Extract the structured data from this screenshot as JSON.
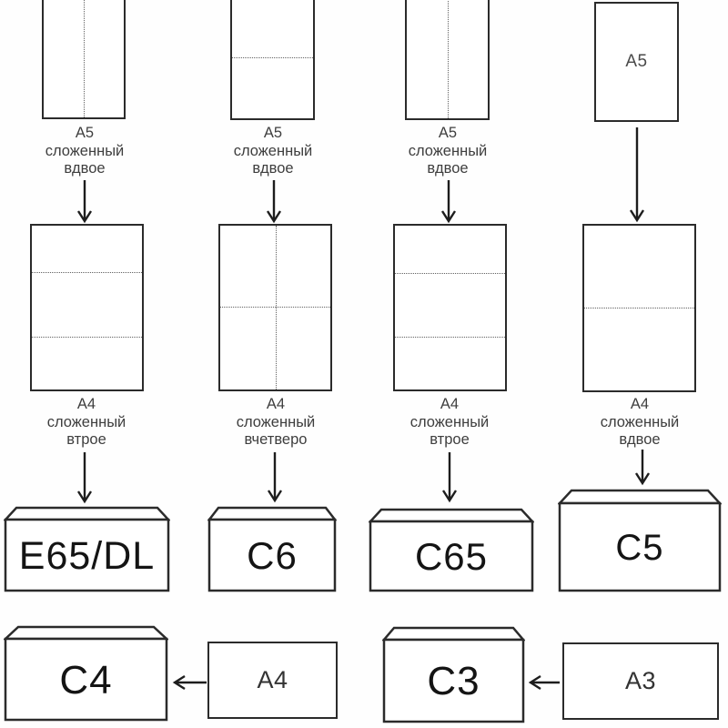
{
  "colors": {
    "c5_face": "#f49a9c",
    "c5_flap": "#f6a7a7",
    "envelope_face": "#ffffff"
  },
  "col1": {
    "top_caption": {
      "line1": "А5",
      "line2": "сложенный",
      "line3": "вдвое"
    },
    "mid_caption": {
      "line1": "А4",
      "line2": "сложенный",
      "line3": "втрое"
    },
    "envelope_label": "Е65/DL"
  },
  "col2": {
    "top_caption": {
      "line1": "А5",
      "line2": "сложенный",
      "line3": "вдвое"
    },
    "mid_caption": {
      "line1": "А4",
      "line2": "сложенный",
      "line3": "вчетверо"
    },
    "envelope_label": "С6"
  },
  "col3": {
    "top_caption": {
      "line1": "А5",
      "line2": "сложенный",
      "line3": "вдвое"
    },
    "mid_caption": {
      "line1": "А4",
      "line2": "сложенный",
      "line3": "втрое"
    },
    "envelope_label": "С65"
  },
  "col4": {
    "paper_inside_label": "А5",
    "mid_caption": {
      "line1": "А4",
      "line2": "сложенный",
      "line3": "вдвое"
    },
    "envelope_label": "С5"
  },
  "bottom_left": {
    "envelope_label": "С4",
    "paper_label": "А4"
  },
  "bottom_right": {
    "envelope_label": "С3",
    "paper_label": "А3"
  }
}
